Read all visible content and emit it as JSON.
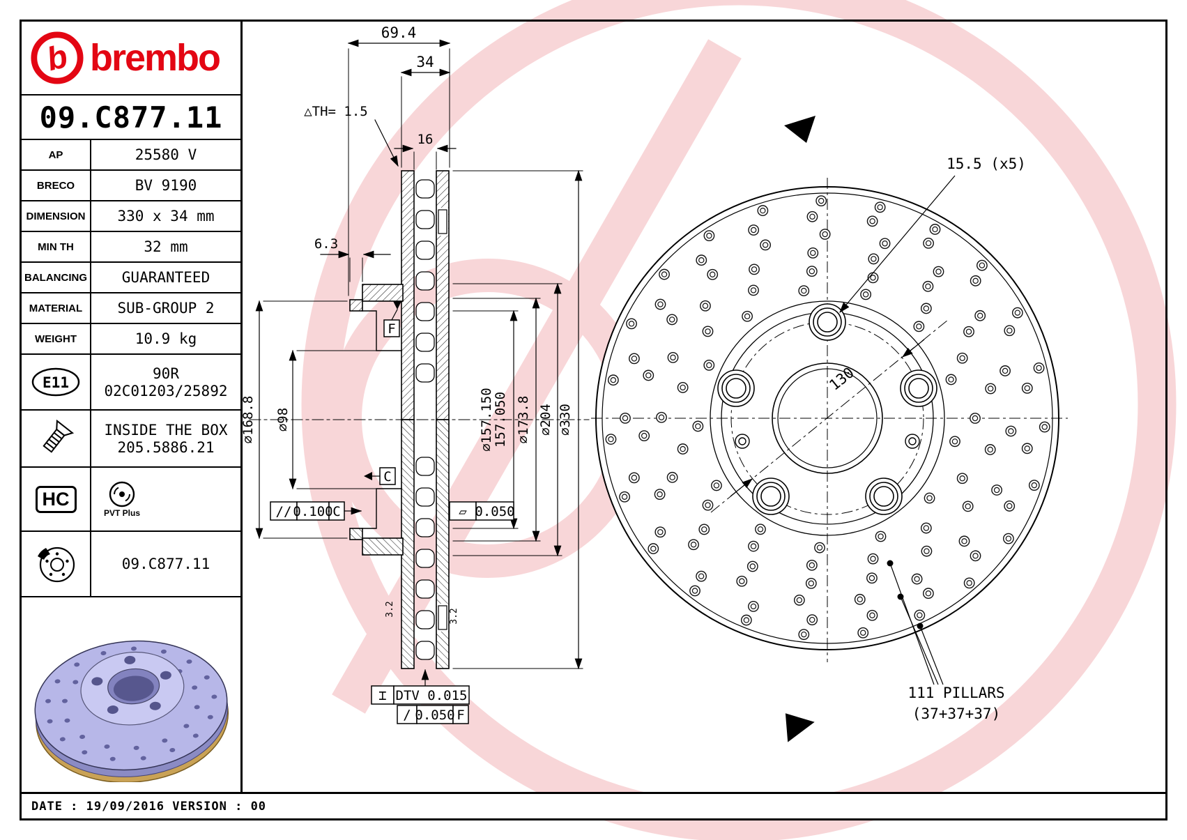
{
  "brand": {
    "name": "brembo",
    "mark": "b"
  },
  "part_number": "09.C877.11",
  "specs": {
    "rows": [
      {
        "label": "AP",
        "value": "25580 V"
      },
      {
        "label": "BRECO",
        "value": "BV 9190"
      },
      {
        "label": "DIMENSION",
        "value": "330 x 34 mm"
      },
      {
        "label": "MIN TH",
        "value": "32 mm"
      },
      {
        "label": "BALANCING",
        "value": "GUARANTEED"
      },
      {
        "label": "MATERIAL",
        "value": "SUB-GROUP 2"
      },
      {
        "label": "WEIGHT",
        "value": "10.9 kg"
      }
    ]
  },
  "approval": {
    "badge": "E11",
    "line1": "90R",
    "line2": "02C01203/25892"
  },
  "inside_box": {
    "line1": "INSIDE THE BOX",
    "line2": "205.5886.21"
  },
  "badges": {
    "hc": "HC",
    "pvt": "PVT Plus"
  },
  "part_number_repeat": "09.C877.11",
  "footer": {
    "text": "DATE : 19/09/2016 VERSION : 00"
  },
  "section": {
    "dim_total": "69.4",
    "dim_thickness": "34",
    "dim_th_var": "△TH= 1.5",
    "dim_channel": "16",
    "dim_flange": "6.3",
    "dia_hat": "⌀168.8",
    "dia_small_bore": "⌀98",
    "dia_bore_max": "⌀157.150",
    "dia_bore_min": "157.050",
    "dia_pitch": "⌀173.8",
    "dia_hub": "⌀204",
    "dia_outer": "⌀330",
    "datum_f": "F",
    "datum_c": "C",
    "sym_parallel": "//",
    "tol_parallel": "0.100",
    "tol_parallel_datum": "C",
    "sym_flat": "▱",
    "tol_flat": "0.050",
    "sym_dtv": "⌶",
    "dtv": "DTV 0.015",
    "sym_runout": "∕",
    "runout": "0.050",
    "runout_datum": "F",
    "finish_a": "3.2",
    "finish_b": "3.2"
  },
  "front": {
    "hole_dim": "15.5 (x5)",
    "bolt_circle": "130",
    "pillars1": "111 PILLARS",
    "pillars2": "(37+37+37)"
  },
  "colors": {
    "brand_red": "#e30613",
    "watermark_pink": "#f2aeb2",
    "disc_purple": "#b7b7e8",
    "disc_gold": "#c9a256"
  }
}
